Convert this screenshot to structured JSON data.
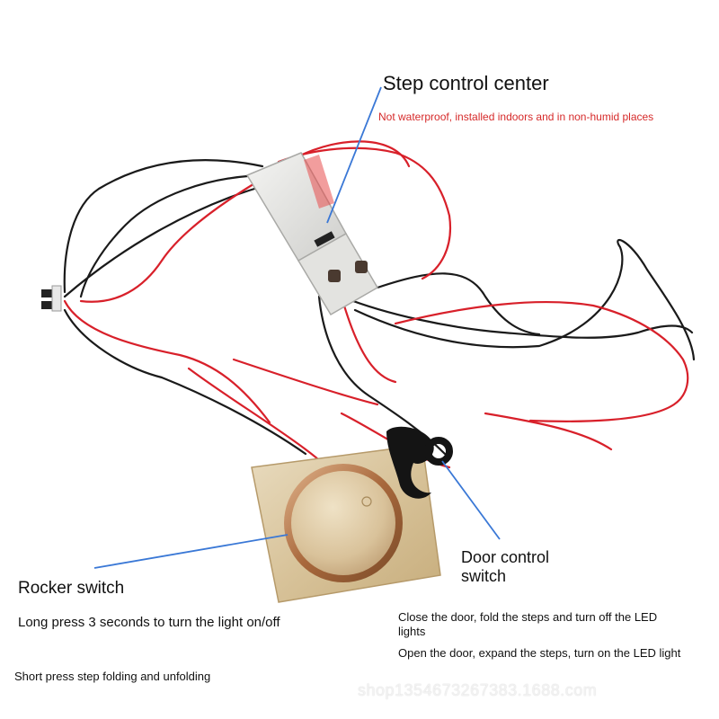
{
  "labels": {
    "step_control_center": "Step control center",
    "step_control_note": "Not waterproof, installed indoors and in non-humid places",
    "door_control_switch": "Door control switch",
    "rocker_switch": "Rocker switch",
    "long_press": "Long press 3 seconds to turn the light on/off",
    "short_press": "Short press step folding and unfolding",
    "close_door": "Close the door, fold the steps and turn off the LED lights",
    "open_door": "Open the door, expand the steps, turn on the LED light"
  },
  "watermark": "shop1354673267383.1688.com",
  "colors": {
    "wire_red": "#d8202a",
    "wire_black": "#1a1a1a",
    "pointer_blue": "#3a78d6",
    "note_red": "#d62a2a",
    "panel_gold": "#d8c39a",
    "ring_rose_gold": "#b77a4d"
  }
}
